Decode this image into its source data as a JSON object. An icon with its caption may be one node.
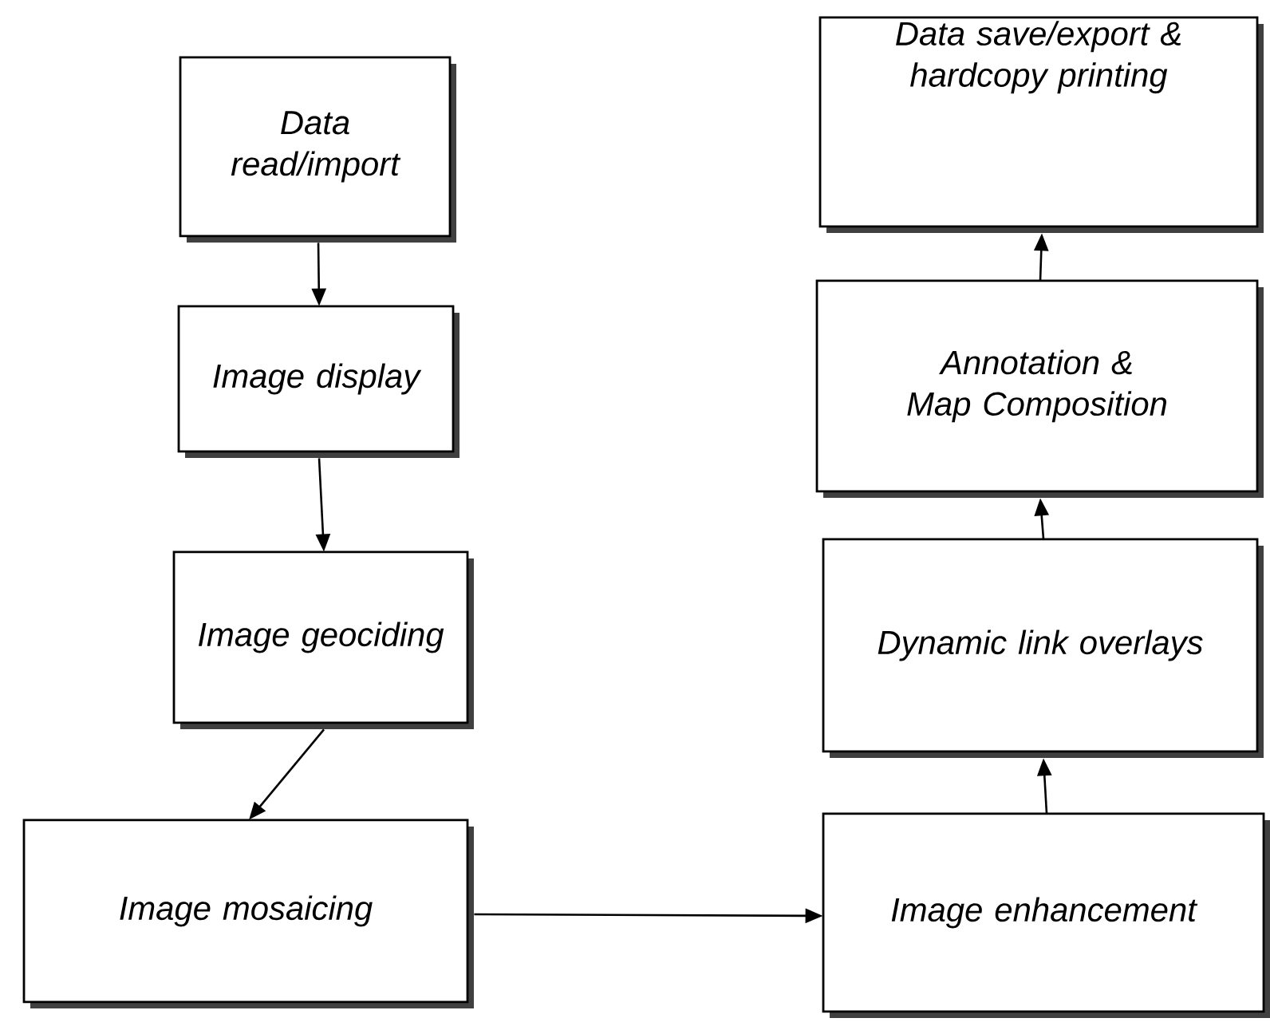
{
  "diagram": {
    "nodes": [
      {
        "text": [
          "Data read/import"
        ]
      },
      {
        "text": [
          "Image display"
        ]
      },
      {
        "text": [
          "Image geociding"
        ]
      },
      {
        "text": [
          "Image mosaicing"
        ]
      },
      {
        "text": [
          "Image enhancement"
        ]
      },
      {
        "text": [
          "Dynamic link overlays"
        ]
      },
      {
        "text": [
          "Annotation & Map Composition"
        ]
      },
      {
        "text": [
          "Data save/export & hardcopy printing"
        ]
      }
    ],
    "edges": [
      {
        "from": 0,
        "to": 1,
        "arrow": "to"
      },
      {
        "from": 1,
        "to": 2,
        "arrow": "to"
      },
      {
        "from": 2,
        "to": 3,
        "arrow": "to"
      },
      {
        "from": 3,
        "to": 4,
        "arrow": "to"
      },
      {
        "from": 4,
        "to": 5,
        "arrow": "to"
      },
      {
        "from": 5,
        "to": 6,
        "arrow": "to"
      },
      {
        "from": 6,
        "to": 7,
        "arrow": "to"
      }
    ]
  }
}
